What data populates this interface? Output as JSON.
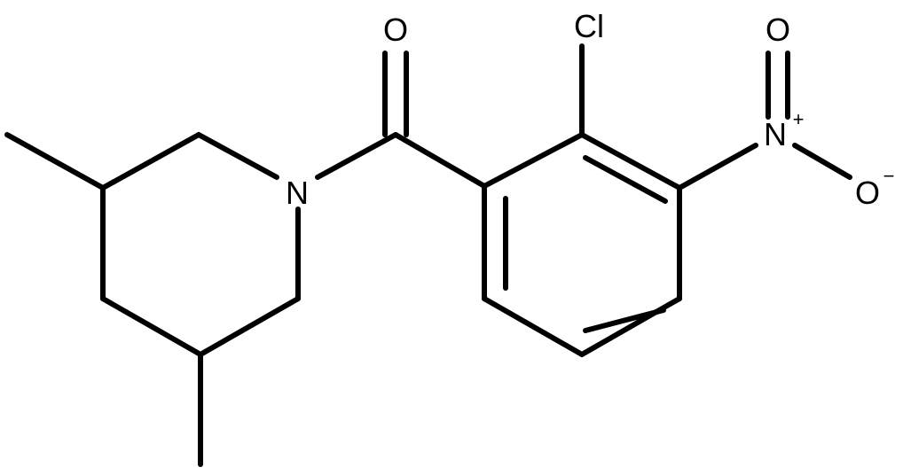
{
  "molecule": {
    "atoms": {
      "carbonyl_oxygen": "O",
      "chlorine": "Cl",
      "nitro_nitrogen": "N",
      "nitro_oxygen_top": "O",
      "nitro_oxygen_right": "O",
      "amide_nitrogen": "N"
    },
    "charges": {
      "nitro_nitrogen": "+",
      "nitro_oxygen_right": "−"
    },
    "colors": {
      "bond": "#000000",
      "label": "#000000",
      "background": "#ffffff"
    }
  }
}
